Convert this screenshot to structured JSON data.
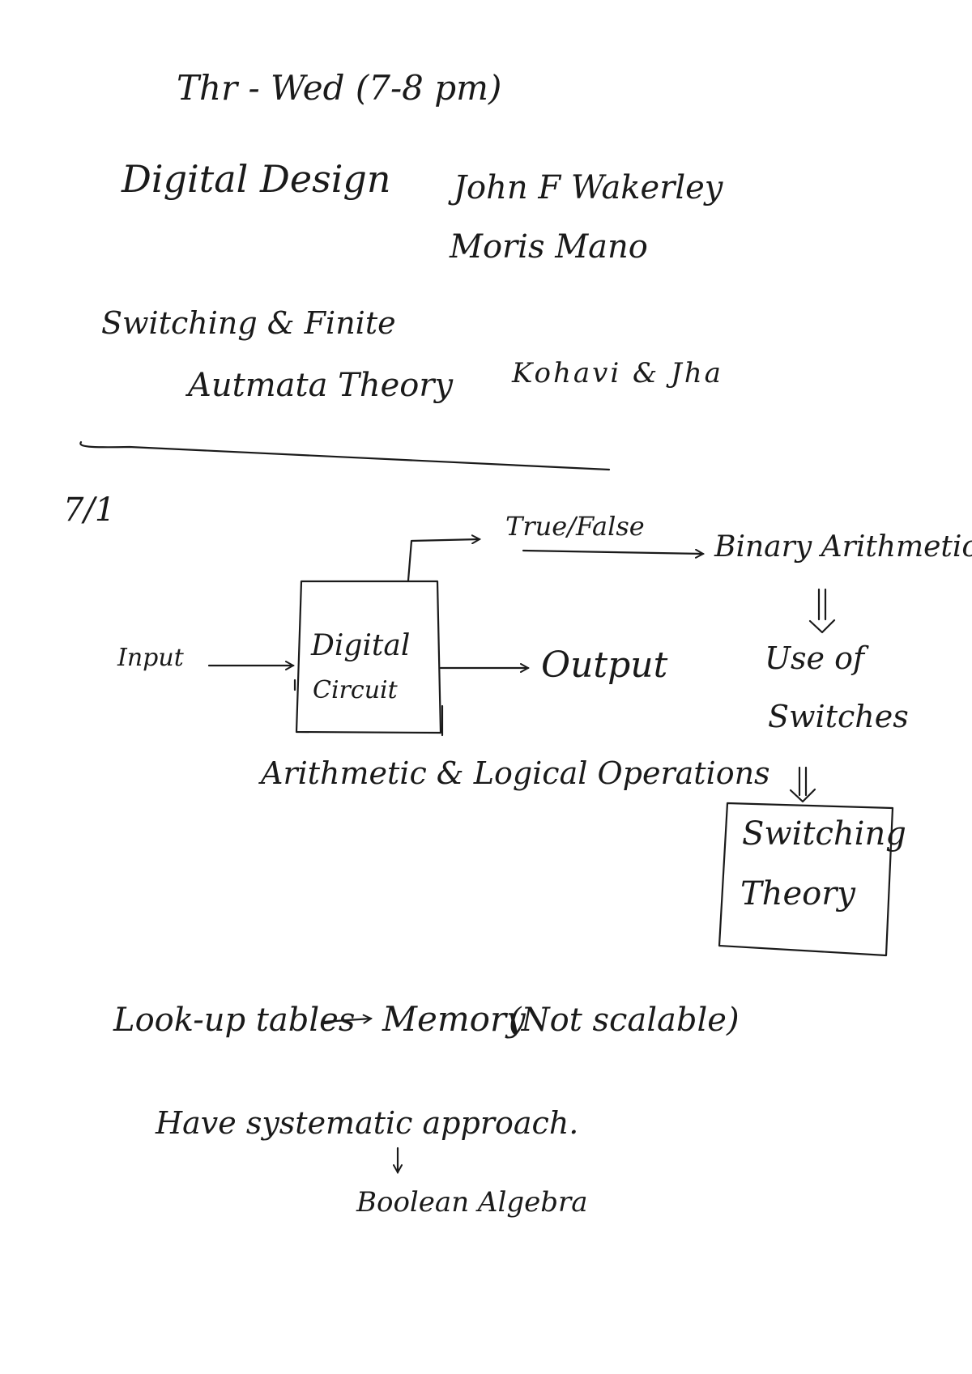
{
  "header": {
    "schedule": "Thr - Wed (7-8 pm)"
  },
  "books": [
    {
      "title": "Digital Design",
      "authors": [
        "John F Wakerley",
        "Moris Mano"
      ]
    },
    {
      "title_line1": "Switching & Finite",
      "title_line2": "Autmata Theory",
      "authors": "Kohavi & Jha"
    }
  ],
  "lecture": {
    "date": "7/1",
    "diagram": {
      "input_label": "Input",
      "box_line1": "Digital",
      "box_line2": "Circuit",
      "output_label": "Output",
      "true_false_label": "True/False",
      "binary_label": "Binary Arithmetic",
      "switches_line1": "Use of",
      "switches_line2": "Switches",
      "theory_line1": "Switching",
      "theory_line2": "Theory",
      "operations_label": "Arithmetic & Logical Operations"
    },
    "notes": {
      "lookup_text": "Look-up tables",
      "memory_text": "Memory",
      "not_scalable_text": "(Not scalable)",
      "approach_text": "Have systematic approach.",
      "boolean_text": "Boolean Algebra"
    }
  }
}
